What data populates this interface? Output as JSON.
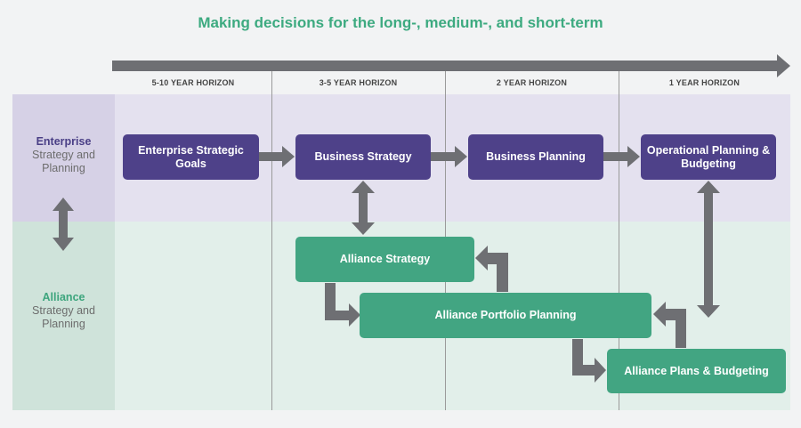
{
  "title": "Making decisions for the long-, medium-, and short-term",
  "horizons": [
    "5-10 YEAR HORIZON",
    "3-5 YEAR HORIZON",
    "2 YEAR HORIZON",
    "1 YEAR HORIZON"
  ],
  "rows": {
    "enterprise": {
      "title": "Enterprise",
      "subtitle": "Strategy and Planning"
    },
    "alliance": {
      "title": "Alliance",
      "subtitle": "Strategy and Planning"
    }
  },
  "nodes": {
    "enterprise_strategic_goals": "Enterprise Strategic Goals",
    "business_strategy": "Business Strategy",
    "business_planning": "Business Planning",
    "operational_planning": "Operational Planning & Budgeting",
    "alliance_strategy": "Alliance Strategy",
    "alliance_portfolio_planning": "Alliance Portfolio Planning",
    "alliance_plans_budgeting": "Alliance Plans &  Budgeting"
  },
  "colors": {
    "title_green": "#3daa80",
    "node_purple": "#4e4189",
    "node_green": "#42a582",
    "arrow_gray": "#6e6f73"
  }
}
